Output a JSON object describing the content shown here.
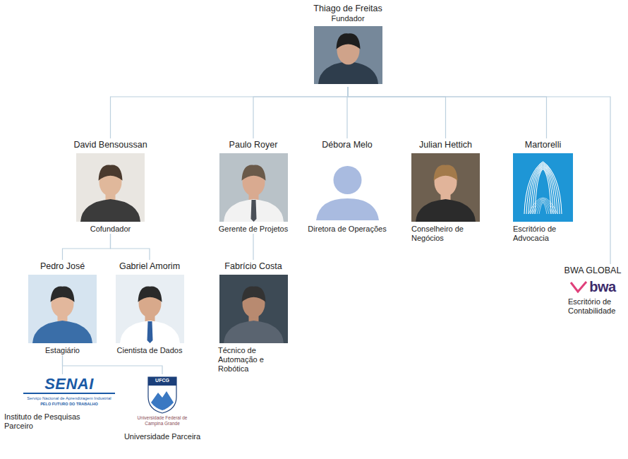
{
  "diagram": {
    "nodes": [
      {
        "text": [
          "Thiago de Freitas",
          "Fundador"
        ]
      },
      {
        "text": [
          "David Bensoussan",
          "Cofundador"
        ]
      },
      {
        "text": [
          "Paulo Royer",
          "Gerente de Projetos"
        ]
      },
      {
        "text": [
          "Débora Melo",
          "Diretora de Operações"
        ]
      },
      {
        "text": [
          "Julian Hettich",
          "Conselheiro de Negócios"
        ]
      },
      {
        "text": [
          "Martorelli",
          "Escritório de Advocacia"
        ]
      },
      {
        "text": [
          "Pedro José",
          "Estagiário"
        ]
      },
      {
        "text": [
          "Gabriel Amorim",
          "Cientista de Dados"
        ]
      },
      {
        "text": [
          "Fabrício Costa",
          "Técnico de Automação e Robótica"
        ]
      },
      {
        "text": [
          "BWA GLOBAL",
          "bwa",
          "Escritório de Contabilidade"
        ]
      },
      {
        "text": [
          "SENAI",
          "Serviço Nacional de Aprendizagem Industrial",
          "PELO FUTURO DO TRABALHO",
          "Instituto de Pesquisas Parceiro"
        ]
      },
      {
        "text": [
          "UFCG",
          "Universidade Federal de Campina Grande",
          "Universidade Parceira"
        ]
      }
    ],
    "edges": [
      {
        "from": 0,
        "to": 1,
        "arrow": "none"
      },
      {
        "from": 0,
        "to": 2,
        "arrow": "none"
      },
      {
        "from": 0,
        "to": 3,
        "arrow": "none"
      },
      {
        "from": 0,
        "to": 4,
        "arrow": "none"
      },
      {
        "from": 0,
        "to": 5,
        "arrow": "none"
      },
      {
        "from": 0,
        "to": 9,
        "arrow": "none"
      },
      {
        "from": 1,
        "to": 6,
        "arrow": "none"
      },
      {
        "from": 1,
        "to": 7,
        "arrow": "none"
      },
      {
        "from": 2,
        "to": 8,
        "arrow": "none"
      },
      {
        "from": 6,
        "to": 10,
        "arrow": "none"
      },
      {
        "from": 6,
        "to": 11,
        "arrow": "none"
      }
    ]
  }
}
